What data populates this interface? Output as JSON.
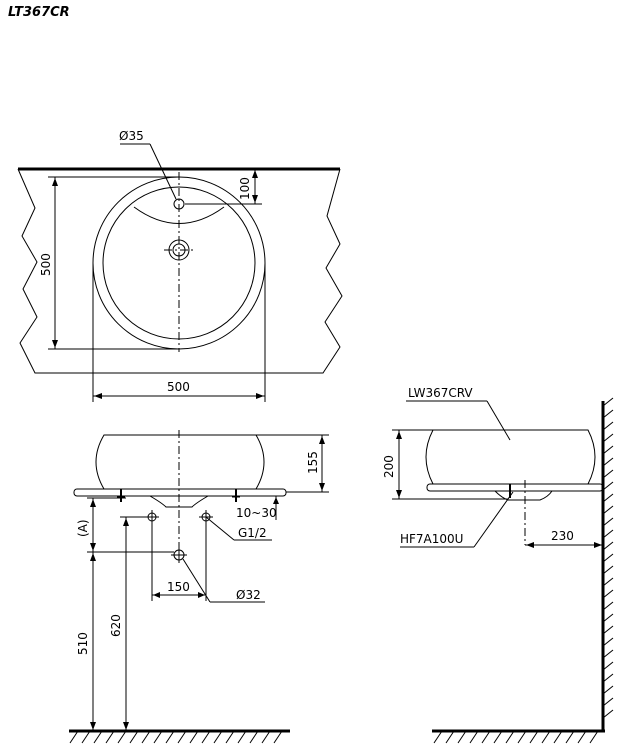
{
  "model_code": "LT367CR",
  "labels": {
    "hole_dia_35": "Ø35",
    "dim_100": "100",
    "dim_500_v": "500",
    "dim_500_h": "500",
    "dim_155": "155",
    "dim_10_30": "10~30",
    "g_half": "G1/2",
    "dim_a": "(A)",
    "dim_150": "150",
    "hole_dia_32": "Ø32",
    "dim_620": "620",
    "dim_510": "510",
    "basin_model": "LW367CRV",
    "dim_200": "200",
    "waste_model": "HF7A100U",
    "dim_230": "230"
  }
}
